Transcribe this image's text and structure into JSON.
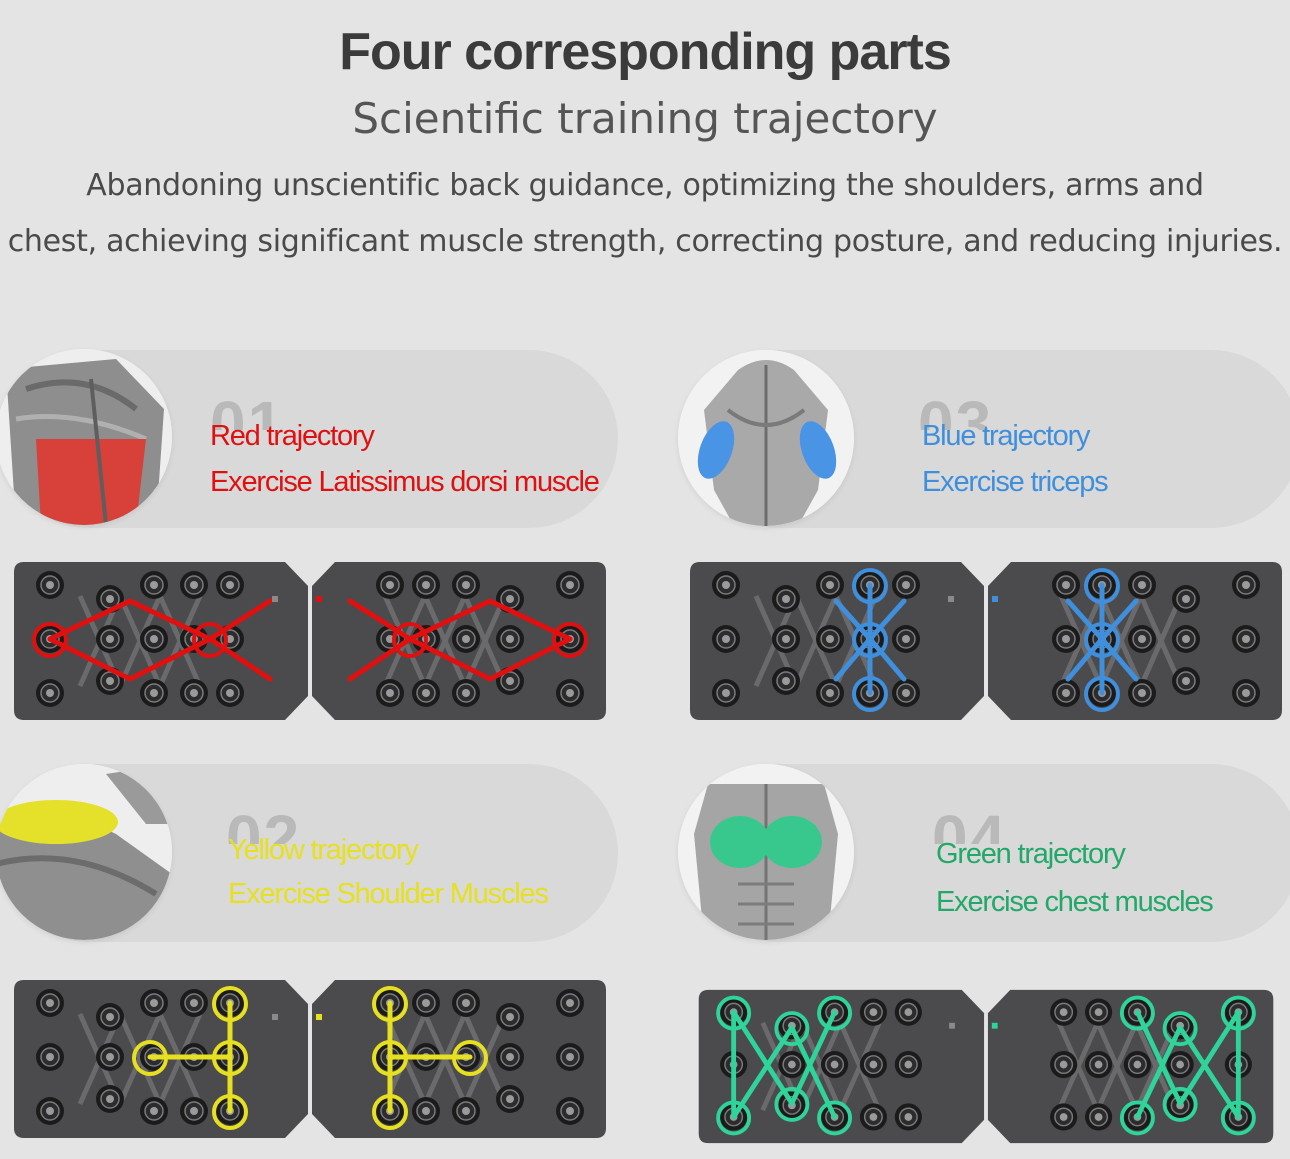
{
  "header": {
    "title": "Four corresponding parts",
    "subtitle": "Scientific training trajectory",
    "description_line1": "Abandoning unscientific back guidance, optimizing the shoulders, arms and",
    "description_line2": "chest, achieving significant muscle strength, correcting posture, and reducing injuries."
  },
  "parts": [
    {
      "number": "01",
      "trajectory": "Red trajectory",
      "exercise": "Exercise Latissimus dorsi muscle",
      "color": "#e01010",
      "muscle_icon": "back-lats-icon"
    },
    {
      "number": "02",
      "trajectory": "Yellow trajectory",
      "exercise": "Exercise Shoulder Muscles",
      "color": "#e6e020",
      "muscle_icon": "shoulder-icon"
    },
    {
      "number": "03",
      "trajectory": "Blue trajectory",
      "exercise": "Exercise triceps",
      "color": "#3f8fdc",
      "muscle_icon": "triceps-icon"
    },
    {
      "number": "04",
      "trajectory": "Green trajectory",
      "exercise": "Exercise chest muscles",
      "color": "#22a868",
      "muscle_icon": "chest-icon"
    }
  ],
  "colors": {
    "background": "#e4e4e4",
    "board": "#4b4b4d",
    "pill": "#d9d9d9",
    "red": "#e01010",
    "yellow": "#e6e020",
    "blue": "#3f8fdc",
    "green": "#2fd49a"
  }
}
